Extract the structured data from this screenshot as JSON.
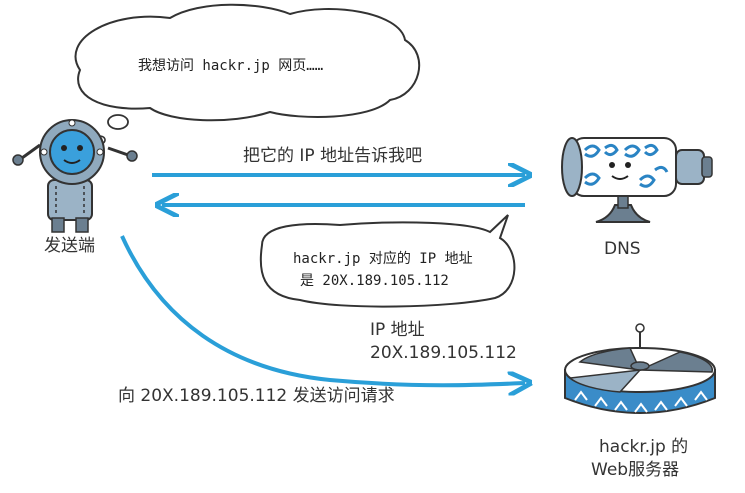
{
  "bubbles": {
    "thought": "我想访问 hackr.jp 网页……",
    "dns_reply_line1": "hackr.jp 对应的 IP 地址",
    "dns_reply_line2": "是 20X.189.105.112"
  },
  "nodes": {
    "sender": "发送端",
    "dns": "DNS",
    "server_line1": "hackr.jp 的",
    "server_line2": "Web服务器"
  },
  "arrows": {
    "ask_dns": "把它的 IP 地址告诉我吧",
    "ip_label_line1": "IP 地址",
    "ip_label_line2": "20X.189.105.112",
    "request": "向 20X.189.105.112 发送访问请求"
  },
  "colors": {
    "arrow": "#2a9fd8",
    "robot_body": "#9bb3c6",
    "robot_face": "#3aa0dc",
    "dns_swirl": "#2a84c4",
    "server_band": "#3a8cc8"
  }
}
